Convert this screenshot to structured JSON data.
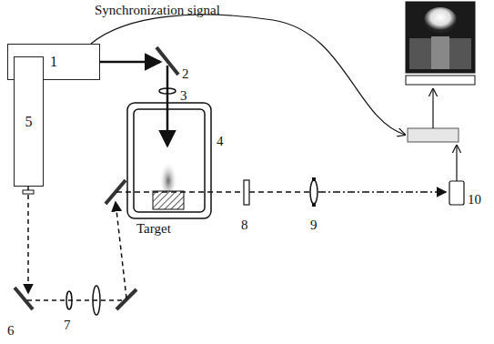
{
  "diagram": {
    "nodes": [
      {
        "text": [
          "1"
        ]
      },
      {
        "text": [
          "5"
        ]
      }
    ],
    "labels": [
      "Synchronization signal",
      "2",
      "3",
      "4",
      "Target",
      "6",
      "7",
      "8",
      "9",
      "10"
    ]
  }
}
